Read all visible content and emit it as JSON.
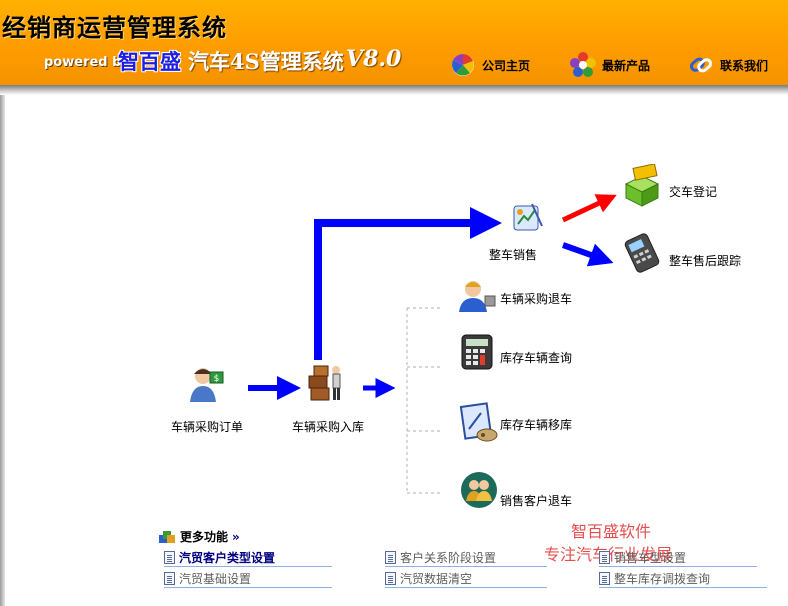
{
  "header": {
    "system_title": "经销商运营管理系统",
    "powered_by": "powered by",
    "brand": "智百盛",
    "product": "汽车4S管理系统",
    "version": "V8.0",
    "nav": [
      {
        "label": "公司主页",
        "icon": "pie-color-icon"
      },
      {
        "label": "最新产品",
        "icon": "flower-color-icon"
      },
      {
        "label": "联系我们",
        "icon": "chain-link-icon"
      }
    ]
  },
  "flow": {
    "purchase_order": {
      "label": "车辆采购订单",
      "icon": "user-money-icon"
    },
    "purchase_in": {
      "label": "车辆采购入库",
      "icon": "warehouse-worker-icon"
    },
    "vehicle_sales": {
      "label": "整车销售",
      "icon": "sales-document-icon"
    },
    "delivery": {
      "label": "交车登记",
      "icon": "delivery-box-icon"
    },
    "after_sales": {
      "label": "整车售后跟踪",
      "icon": "pos-terminal-icon"
    },
    "purchase_return": {
      "label": "车辆采购退车",
      "icon": "user-return-icon"
    },
    "stock_query": {
      "label": "库存车辆查询",
      "icon": "calculator-icon"
    },
    "stock_transfer": {
      "label": "库存车辆移库",
      "icon": "transfer-board-icon"
    },
    "customer_return": {
      "label": "销售客户退车",
      "icon": "customer-group-icon"
    }
  },
  "more": {
    "title": "更多功能",
    "icon": "more-functions-icon",
    "items": [
      {
        "label": "汽贸客户类型设置",
        "state": "active"
      },
      {
        "label": "客户关系阶段设置",
        "state": "dim"
      },
      {
        "label": "销售车型设置",
        "state": "dim"
      },
      {
        "label": "汽贸基础设置",
        "state": "dim"
      },
      {
        "label": "汽贸数据清空",
        "state": "dim"
      },
      {
        "label": "整车库存调拨查询",
        "state": "dim"
      }
    ]
  },
  "watermark": {
    "line1": "智百盛软件",
    "line2": "专注汽车行业发展"
  },
  "colors": {
    "header_orange": "#ff9c00",
    "flow_blue": "#0000ff",
    "flow_red": "#ff0000",
    "link_blue": "#000080",
    "watermark_red": "#e23030"
  }
}
